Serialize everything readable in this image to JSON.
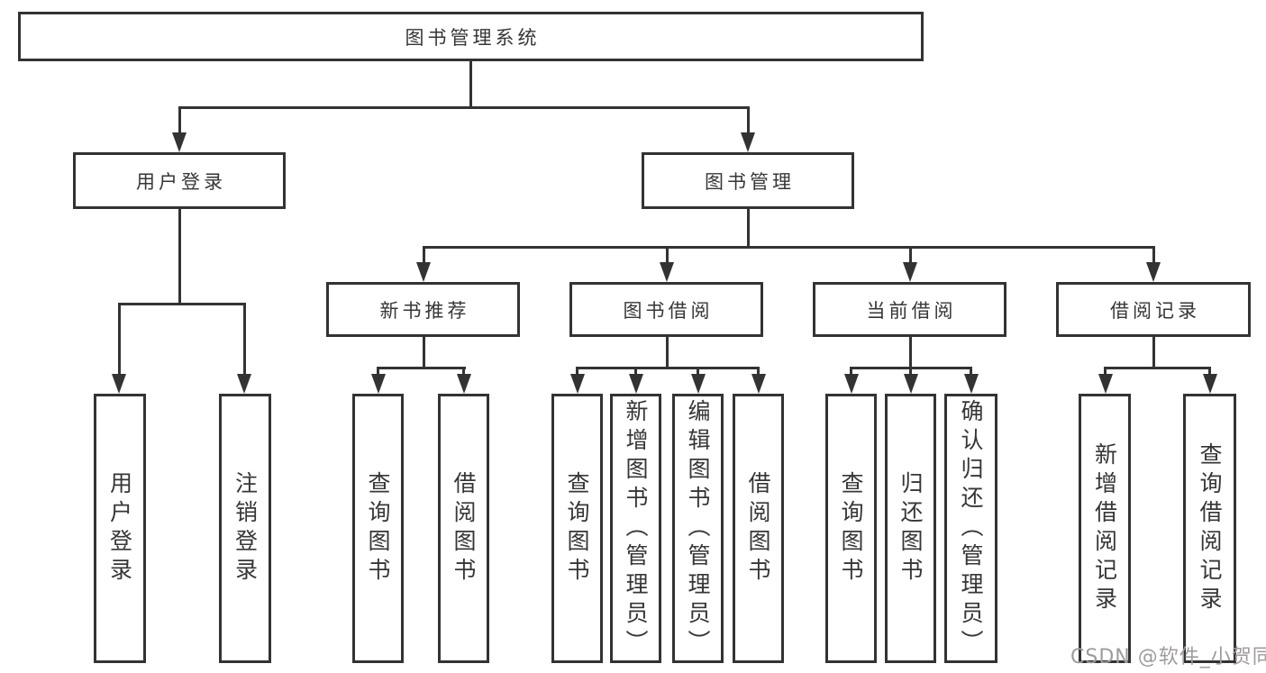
{
  "colors": {
    "line": "#333333",
    "text": "#363636",
    "watermark": "#9f9b9b",
    "background": "#ffffff"
  },
  "watermark": "CSDN @软件_小贺同学",
  "tree": {
    "root": {
      "label": "图书管理系统",
      "children": [
        {
          "label": "用户登录",
          "children": [
            {
              "label": "用户登录"
            },
            {
              "label": "注销登录"
            }
          ]
        },
        {
          "label": "图书管理",
          "children": [
            {
              "label": "新书推荐",
              "children": [
                {
                  "label": "查询图书"
                },
                {
                  "label": "借阅图书"
                }
              ]
            },
            {
              "label": "图书借阅",
              "children": [
                {
                  "label": "查询图书"
                },
                {
                  "label": "新增图书（管理员）"
                },
                {
                  "label": "编辑图书（管理员）"
                },
                {
                  "label": "借阅图书"
                }
              ]
            },
            {
              "label": "当前借阅",
              "children": [
                {
                  "label": "查询图书"
                },
                {
                  "label": "归还图书"
                },
                {
                  "label": "确认归还（管理员）"
                }
              ]
            },
            {
              "label": "借阅记录",
              "children": [
                {
                  "label": "新增借阅记录"
                },
                {
                  "label": "查询借阅记录"
                }
              ]
            }
          ]
        }
      ]
    }
  }
}
